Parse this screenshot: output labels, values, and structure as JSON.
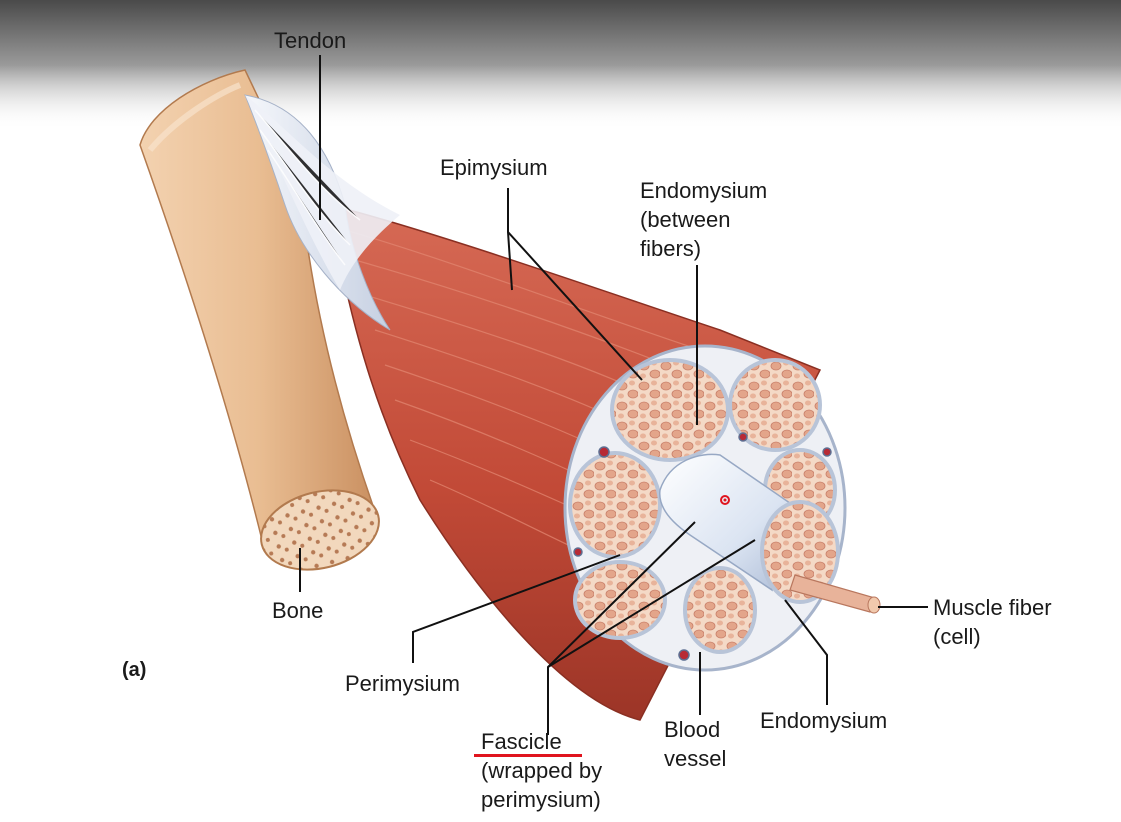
{
  "panel_label": "(a)",
  "labels": {
    "tendon": "Tendon",
    "epimysium": "Epimysium",
    "endomysium_top": [
      "Endomysium",
      "(between",
      "fibers)"
    ],
    "bone": "Bone",
    "perimysium": "Perimysium",
    "fascicle_title": "Fascicle",
    "fascicle_note": [
      "(wrapped by",
      "perimysium)"
    ],
    "blood_vessel": [
      "Blood",
      "vessel"
    ],
    "endomysium_bottom": "Endomysium",
    "muscle_fiber": [
      "Muscle fiber",
      "(cell)"
    ]
  },
  "colors": {
    "muscle": "#c8513f",
    "muscle_dark": "#9c3527",
    "bone": "#ecc39b",
    "tendon": "#dde3ee",
    "fascicle_fill": "#f1c9ad",
    "perimysium": "#eef0f5",
    "blood_vessel": "#b72a35",
    "highlight_underline": "#e0141e"
  }
}
